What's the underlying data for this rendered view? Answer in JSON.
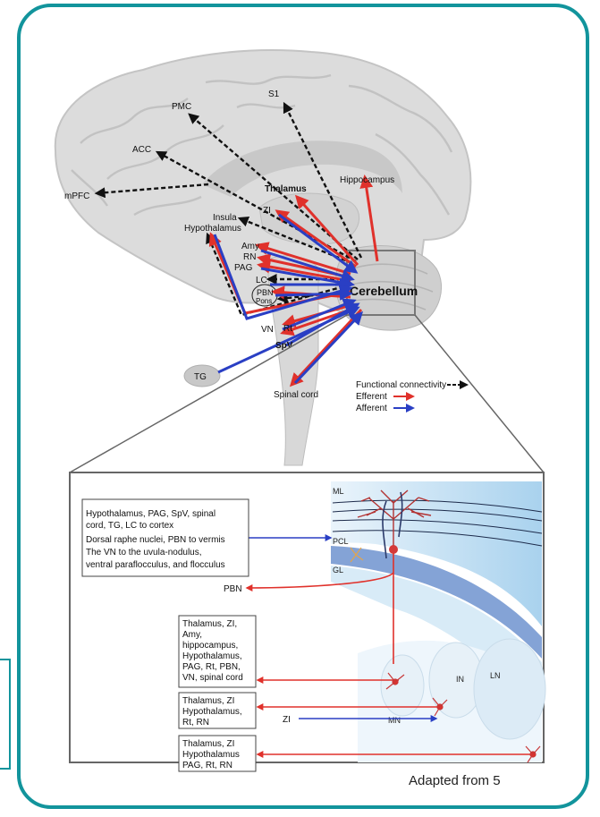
{
  "brain": {
    "cerebellum_label": "Cerebellum",
    "regions": {
      "s1": "S1",
      "pmc": "PMC",
      "acc": "ACC",
      "mpfc": "mPFC",
      "hippocampus": "Hippocampus",
      "thalamus": "Thalamus",
      "zi": "ZI",
      "insula": "Insula",
      "hypothalamus": "Hypothalamus",
      "amy": "Amy",
      "rn": "RN",
      "pag": "PAG",
      "lc": "LC",
      "pbn": "PBN",
      "pons": "Pons",
      "vn": "VN",
      "rt": "Rt",
      "spv": "SpV",
      "tg": "TG",
      "spinal_cord": "Spinal cord"
    },
    "legend": {
      "functional": "Functional connectivity",
      "efferent": "Efferent",
      "afferent": "Afferent"
    }
  },
  "colors": {
    "frame": "#12949c",
    "efferent": "#e0312b",
    "afferent": "#2a3fc4",
    "functional": "#111111"
  },
  "detail": {
    "layers": {
      "ml": "ML",
      "pcl": "PCL",
      "gl": "GL"
    },
    "nuclei": {
      "mn": "MN",
      "in": "IN",
      "ln": "LN"
    },
    "afferent_box_lines": [
      "Hypothalamus, PAG, SpV, spinal",
      "cord, TG, LC  to cortex",
      "Dorsal raphe nuclei, PBN to vermis",
      "The VN to the uvula-nodulus,",
      "ventral paraflocculus, and flocculus"
    ],
    "pbn_label": "PBN",
    "zi_label": "ZI",
    "mn_box_lines": [
      "Thalamus, ZI,",
      "Amy,",
      "hippocampus,",
      "Hypothalamus,",
      "PAG, Rt, PBN,",
      "VN, spinal cord"
    ],
    "in_box_lines": [
      "Thalamus, ZI",
      "Hypothalamus,",
      "Rt, RN"
    ],
    "ln_box_lines": [
      "Thalamus, ZI",
      "Hypothalamus",
      "PAG, Rt, RN"
    ]
  },
  "credit": "Adapted from 5"
}
